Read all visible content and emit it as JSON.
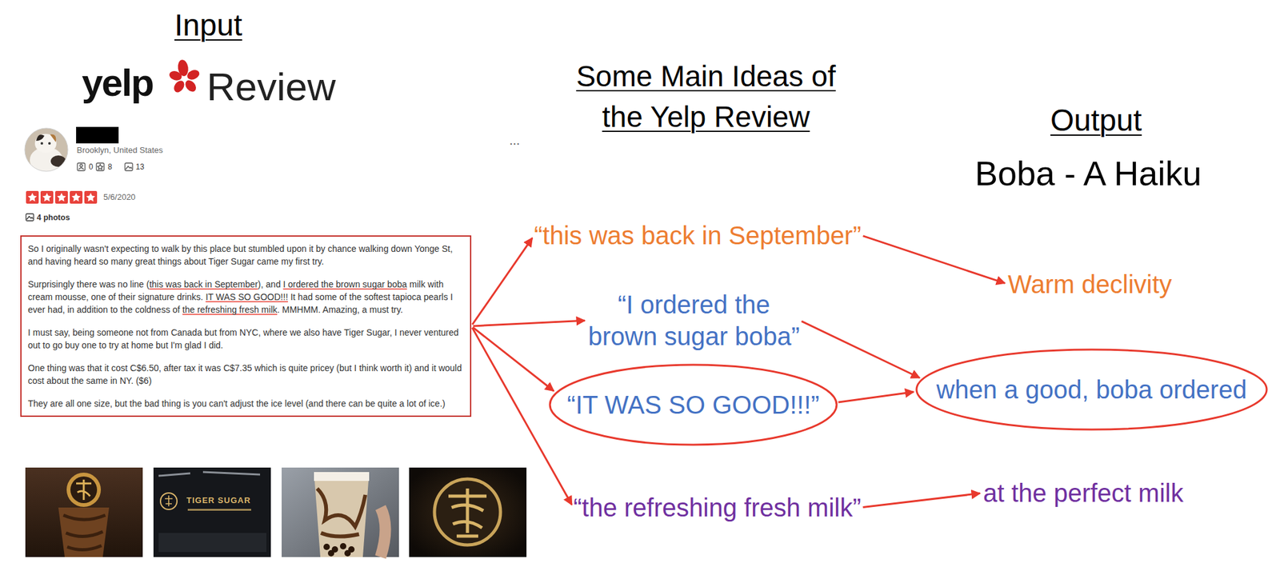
{
  "diagram": {
    "nodes": [
      {
        "text": [
          "So I originally wasn't expecting to walk by this place but stumbled upon it by chance walking down Yonge St, and having heard so many great things about Tiger Sugar came my first try.",
          "Surprisingly there was no line (this was back in September), and I ordered the brown sugar boba milk with cream mousse, one of their signature drinks. IT WAS SO GOOD!!! It had some of the softest tapioca pearls I ever had, in addition to the coldness of the refreshing fresh milk. MMHMM. Amazing, a must try.",
          "I must say, being someone not from Canada but from NYC, where we also have Tiger Sugar, I never ventured out to go buy one to try at home but I'm glad I did.",
          "One thing was that it cost C$6.50, after tax it was C$7.35 which is quite pricey (but I think worth it) and it would cost about the same in NY. ($6)",
          "They are all one size, but the bad thing is you can't adjust the ice level (and there can be quite a lot of ice.)"
        ]
      },
      {
        "text": [
          "“this was back in September”"
        ]
      },
      {
        "text": [
          "“I ordered the brown sugar boba”"
        ]
      },
      {
        "text": [
          "“IT WAS SO GOOD!!!”"
        ]
      },
      {
        "text": [
          "“the refreshing fresh milk”"
        ]
      },
      {
        "text": [
          "Warm declivity"
        ]
      },
      {
        "text": [
          "when a good, boba ordered"
        ]
      },
      {
        "text": [
          "at the perfect milk"
        ]
      }
    ],
    "edges": [
      {
        "from": 0,
        "to": 1,
        "arrow": "to"
      },
      {
        "from": 0,
        "to": 2,
        "arrow": "to"
      },
      {
        "from": 0,
        "to": 3,
        "arrow": "to"
      },
      {
        "from": 0,
        "to": 4,
        "arrow": "to"
      },
      {
        "from": 1,
        "to": 5,
        "arrow": "to"
      },
      {
        "from": 2,
        "to": 6,
        "arrow": "to"
      },
      {
        "from": 3,
        "to": 6,
        "arrow": "to"
      },
      {
        "from": 4,
        "to": 7,
        "arrow": "to"
      }
    ],
    "labels": [
      "Input",
      "yelp",
      "Review",
      "Brooklyn, United States",
      "0",
      "8",
      "13",
      "5/6/2020",
      "4 photos",
      "TIGER SUGAR",
      "...",
      "Some Main Ideas of the Yelp Review",
      "Output",
      "Boba - A Haiku"
    ]
  }
}
